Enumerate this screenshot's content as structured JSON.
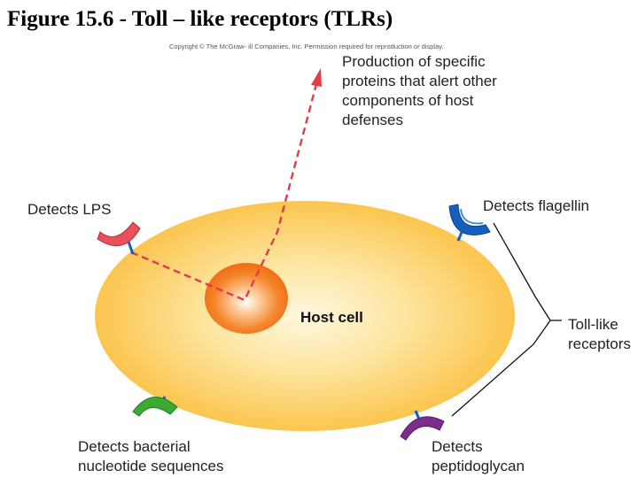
{
  "title": "Figure 15.6 - Toll – like receptors (TLRs)",
  "copyright": "Copyright © The McGraw- ill Companies, Inc. Permission required for reproduction or display.",
  "labels": {
    "production": [
      "Production of specific",
      "proteins that alert other",
      "components of host",
      "defenses"
    ],
    "detects_lps": "Detects LPS",
    "detects_flagellin": "Detects flagellin",
    "host_cell": "Host cell",
    "toll_like": [
      "Toll-like",
      "receptors"
    ],
    "detects_bacterial": [
      "Detects bacterial",
      "nucleotide sequences"
    ],
    "detects_peptidoglycan": [
      "Detects",
      "peptidoglycan"
    ]
  },
  "colors": {
    "cell_fill": "#fbbf3f",
    "nucleus": "#f07a1a",
    "lps_receptor": "#e8505b",
    "flagellin_receptor": "#1560bd",
    "nucleotide_receptor": "#3aaa35",
    "peptidoglycan_receptor": "#7b2d8e",
    "signal_arrow": "#e03c4a"
  }
}
